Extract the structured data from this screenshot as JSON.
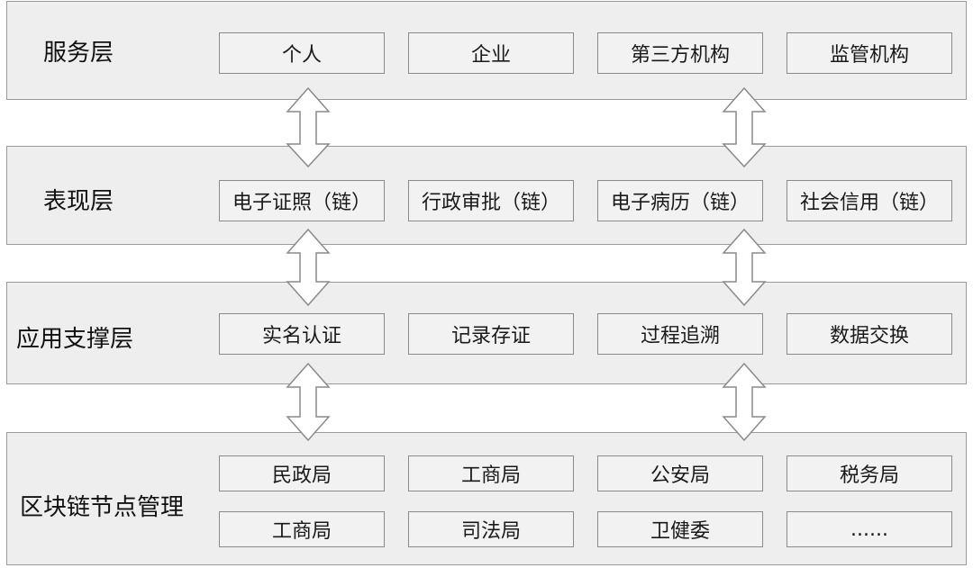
{
  "layers": [
    {
      "title": "服务层",
      "items": [
        "个人",
        "企业",
        "第三方机构",
        "监管机构"
      ]
    },
    {
      "title": "表现层",
      "items": [
        "电子证照（链）",
        "行政审批（链）",
        "电子病历（链）",
        "社会信用（链）"
      ]
    },
    {
      "title": "应用支撑层",
      "items": [
        "实名认证",
        "记录存证",
        "过程追溯",
        "数据交换"
      ]
    },
    {
      "title": "区块链节点管理",
      "rows": [
        [
          "民政局",
          "工商局",
          "公安局",
          "税务局"
        ],
        [
          "工商局",
          "司法局",
          "卫健委",
          "......"
        ]
      ]
    }
  ]
}
